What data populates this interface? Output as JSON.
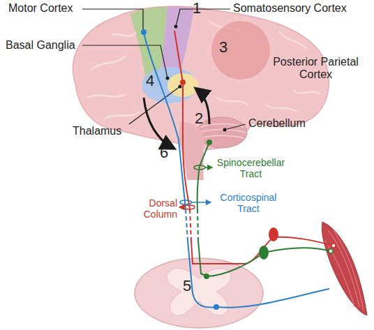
{
  "diagram": {
    "labels": [
      "Motor Cortex",
      "1",
      "Somatosensory Cortex",
      "Basal Ganglia",
      "Posterior Parietal Cortex",
      "3",
      "4",
      "Thalamus",
      "2",
      "Cerebellum",
      "6",
      "Spinocerebellar Tract",
      "Corticospinal Tract",
      "Dorsal Column",
      "5"
    ]
  }
}
